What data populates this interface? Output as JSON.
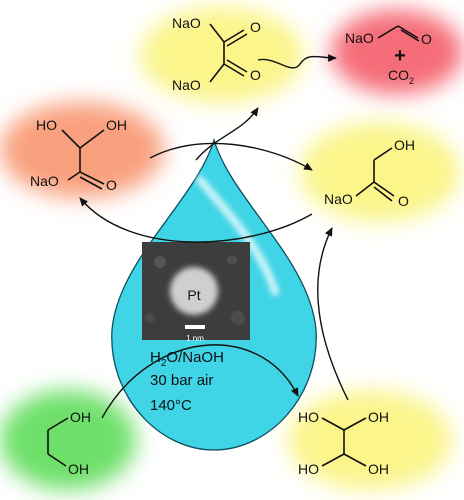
{
  "colors": {
    "yellow_blob": "#fbf58a",
    "red_blob": "#f56d78",
    "orange_blob": "#f9a07e",
    "green_blob": "#6ee06a",
    "drop_fill": "#3fd4e6",
    "drop_stroke": "#0c4f5e",
    "tem_bg": "#3d3d3d",
    "tem_particle": "#cfcfcf"
  },
  "molecules": {
    "oxalate": {
      "group1": "NaO",
      "group2": "NaO",
      "o1": "O",
      "o2": "O"
    },
    "formate": {
      "group": "NaO",
      "o": "O",
      "plus": "+",
      "co2": "CO",
      "co2_sub": "2"
    },
    "tartronate": {
      "oh1": "HO",
      "oh2": "OH",
      "group": "NaO",
      "o": "O"
    },
    "glycolate": {
      "oh": "OH",
      "group": "NaO",
      "o": "O"
    },
    "ethylene_glycol": {
      "oh1": "OH",
      "oh2": "OH"
    },
    "glycerol": {
      "oh1": "HO",
      "oh2": "OH",
      "oh3": "HO",
      "oh4": "OH"
    }
  },
  "catalyst": {
    "particle_label": "Pt",
    "scale_label": "1 nm",
    "solvent_main": "H",
    "solvent_sub": "2",
    "solvent_rest": "O/NaOH",
    "pressure": "30 bar air",
    "temperature": "140°C"
  }
}
